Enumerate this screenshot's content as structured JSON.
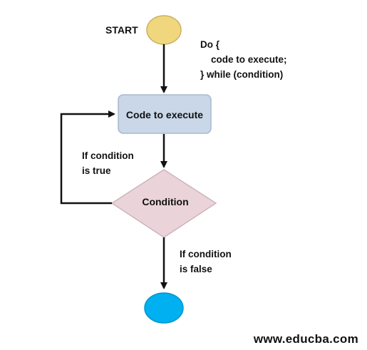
{
  "diagram": {
    "start_label": "START",
    "process_label": "Code to execute",
    "decision_label": "Condition",
    "true_label_lines": [
      "If condition",
      "is true"
    ],
    "false_label_lines": [
      "If condition",
      "is false"
    ],
    "code_lines": [
      "Do {",
      "    code to execute;",
      "} while (condition)"
    ]
  },
  "watermark": "www.educba.com",
  "colors": {
    "start_fill": "#F0D77E",
    "start_stroke": "#C9B25F",
    "process_fill": "#C9D7E8",
    "process_stroke": "#A9B8CC",
    "decision_fill": "#EBD3DA",
    "decision_stroke": "#CDB4BD",
    "end_fill": "#00B0F0",
    "end_stroke": "#0096CC",
    "arrow": "#111111"
  }
}
